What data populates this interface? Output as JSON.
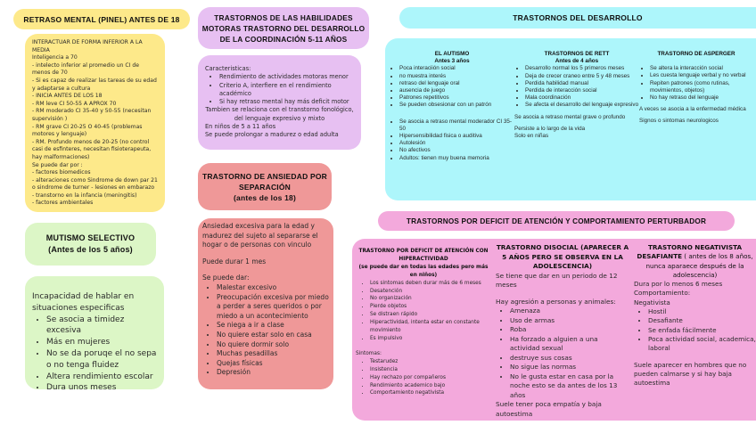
{
  "colors": {
    "yellow": "#fde98a",
    "green": "#dcf6c6",
    "purple": "#e7c0f2",
    "red": "#ef9898",
    "cyan": "#adf6fb",
    "pink": "#f3a9dc"
  },
  "retraso": {
    "title": "RETRASO MENTAL (PINEL) ANTES DE 18",
    "body": [
      {
        "p": "INTERACTUAR DE FORMA INFERIOR A LA MEDIA"
      },
      {
        "p": "Inteligencia a 70"
      },
      {
        "p": "- intelecto inferior al promedio un CI de menos de 70"
      },
      {
        "p": " - Si es capaz de realizar las tareas de su edad y adaptarse a cultura"
      },
      {
        "p": " - INICIA ANTES DE LOS 18"
      },
      {
        "p": "- RM leve CI 50-55 A APROX 70"
      },
      {
        "p": " - RM moderado CI 35-40 y 50-55 (necesitan supervisión )"
      },
      {
        "p": " - RM grave CI 20-25 O 40-45 (problemas motores y lenguaje)"
      },
      {
        "p": " - RM. Profundo menos de 20-25 (no control casi de esfinteres, necesitan fisioterapeuta, hay malformaciones)"
      },
      {
        "p": "Se puede dar por :"
      },
      {
        "p": " - factores biomedicos"
      },
      {
        "p": " - alteraciones como Sindrome de down par 21 o sindrome de turner - lesiones en embarazo"
      },
      {
        "p": " - transtorno en la infancia (meningitis)"
      },
      {
        "p": " - factores ambientales"
      }
    ]
  },
  "mutismo": {
    "title": "MUTISMO SELECTIVO",
    "subtitle": "(Antes de los 5 años)",
    "body": [
      {
        "p": "Incapacidad de hablar en situaciones especificas"
      },
      {
        "ul": [
          "Se asocia a timidez excesiva",
          "Más en mujeres",
          "No se da poruqe el no sepa o no tenga fluidez",
          "Altera rendimiento escolar",
          "Dura unos meses"
        ]
      }
    ]
  },
  "motoras": {
    "title": "TRASTORNOS DE LAS HABILIDADES MOTORAS TRASTORNO DEL DESARROLLO DE LA COORDINACIÓN 5-11 AÑOS",
    "body": [
      {
        "p": "Caracteristicas:"
      },
      {
        "ul": [
          "Rendimiento de actividades motoras menor",
          "Criterio A, interfiere en el rendimiento académico",
          "Si hay retraso mental hay más deficit motor"
        ]
      },
      {
        "pc": "Tambien se relaciona con el transtorno fonológico, del lenguaje expresivo y mixto"
      },
      {
        "p": "En niños de 5 a 11 años"
      },
      {
        "p": "Se puede prolongar a madurez o edad adulta"
      }
    ]
  },
  "ansiedad": {
    "title": "TRASTORNO DE ANSIEDAD POR SEPARACIÓN",
    "subtitle": "(antes de los 18)",
    "body": [
      {
        "p": "Ansiedad excesiva para la edad y madurez del sujeto al separarse el hogar o de personas con vinculo"
      },
      {
        "gap": true
      },
      {
        "p": "Puede durar 1 mes"
      },
      {
        "gap": true
      },
      {
        "p": "Se puede dar:"
      },
      {
        "ul": [
          "Malestar excesivo",
          "Preocupación excesiva por miedo a perder a seres queridos o por miedo a un acontecimiento",
          "Se niega a ir a clase",
          "No quiere estar solo en casa",
          "No quiere dormir solo",
          "Muchas pesadillas",
          "Quejas físicas",
          "Depresión"
        ]
      }
    ]
  },
  "desarrollo": {
    "title": "TRASTORNOS DEL DESARROLLO",
    "columns": [
      {
        "heading": "EL AUTISMO",
        "subheading": "Antes 3 años",
        "body": [
          {
            "ul": [
              "Poca interaciión social",
              "no muestra interés",
              "retraso del lenguaje oral",
              "ausencia de juego",
              "Patrones repetitivos",
              "Se pueden obsesionar con un patrón"
            ]
          },
          {
            "gap": true
          },
          {
            "gap": true
          },
          {
            "ul": [
              "Se asocia a retraso mental moderador CI 35-50",
              "Hipersensibilidad fisica o auditiva",
              "Autolesión",
              "No afectivos",
              "Adultos: tienen muy buena memoria"
            ]
          }
        ]
      },
      {
        "heading": "TRASTORNOS DE RETT",
        "subheading": "Antes de 4 años",
        "body": [
          {
            "ul": [
              "Desarrollo normal los 5 primeros meses",
              "Deja de crecer craneo entre 5 y 48 meses",
              "Perdida habilidad manual",
              "Perdida de interacción social",
              "Mala coordinación",
              "Se afecta el desarrollo del lenguaje expresivo"
            ]
          },
          {
            "gap": true
          },
          {
            "p": "Se asocia a retraso mental grave o profundo"
          },
          {
            "gap": true
          },
          {
            "p": "Persiste a lo largo de la vida"
          },
          {
            "p": "Solo en niñas"
          }
        ]
      },
      {
        "heading": "TRASTORNO DE ASPERGER",
        "subheading": "",
        "body": [
          {
            "ul": [
              "Se altera la interacción social",
              "Les cuesta lenguaje verbal y no verbal",
              "Repiten patrones (como rutinas, movimientos, objetos)",
              "No hay retraso del lenguaje"
            ]
          },
          {
            "gap": true
          },
          {
            "p": "A veces se asocia a la enfermedad médica"
          },
          {
            "gap": true
          },
          {
            "p": "Signos o sintomas neurologicos"
          }
        ]
      }
    ]
  },
  "deficit": {
    "title": "TRASTORNOS POR DEFICIT DE ATENCIÓN Y COMPORTAMIENTO PERTURBADOR",
    "columns": [
      {
        "heading": "TRASTORNO POR DEFICIT DE ATENCIÓN CON HIPERACTIVIDAD",
        "subheading": "(se puede dar en todas las edades pero más en niños)",
        "body": [
          {
            "ul": [
              "Los sintomas deben durar más de 6 meses",
              "Desatención",
              "No organización",
              "Pierde objetos",
              "Se distraen rápido",
              "Hiperactividad, intenta estar en constante movimiento",
              "Es impulsivo"
            ]
          },
          {
            "gap": true
          },
          {
            "p": "Sintomas:"
          },
          {
            "ul": [
              "Testarudez",
              "Insistencia",
              "Hay rechazo por compañeros",
              "Rendimiento academico bajo",
              "Comportamiento negativista"
            ]
          }
        ]
      },
      {
        "heading": "TRASTORNO  DISOCIAL (APARECER A 5 AÑOS PERO SE OBSERVA EN LA ADOLESCENCIA)",
        "subheading": "",
        "body": [
          {
            "p": "Se tiene que dar en un periodo de 12 meses"
          },
          {
            "gap": true
          },
          {
            "p": "Hay agresión a personas y animales:"
          },
          {
            "ul": [
              "Amenaza",
              "Uso de armas",
              "Roba",
              "Ha forzado a alguien a una actividad sexual",
              "destruye sus cosas",
              "No sigue las normas",
              "No le gusta estar en casa por la noche esto se da antes de los 13 años"
            ]
          },
          {
            "p": "Suele tener poca empatía y baja autoestima"
          }
        ]
      },
      {
        "heading": "TRASTORNO NEGATIVISTA",
        "heading_bold2": "DESAFIANTE",
        "heading_rest": " ( antes de los 8 años, nunca aparaece después de la adolescencia)",
        "subheading": "",
        "body": [
          {
            "p": "Dura por lo menos 6 meses"
          },
          {
            "p": "Comportamiento:"
          },
          {
            "p": "Negativista"
          },
          {
            "ul": [
              "Hostil",
              "Desafiante",
              "Se enfada fácilmente",
              "Poca actividad social, academica, laboral"
            ]
          },
          {
            "gap": true
          },
          {
            "p": "Suele aparecer en hombres que no pueden calmarse y si hay baja autoestima"
          }
        ]
      }
    ]
  }
}
